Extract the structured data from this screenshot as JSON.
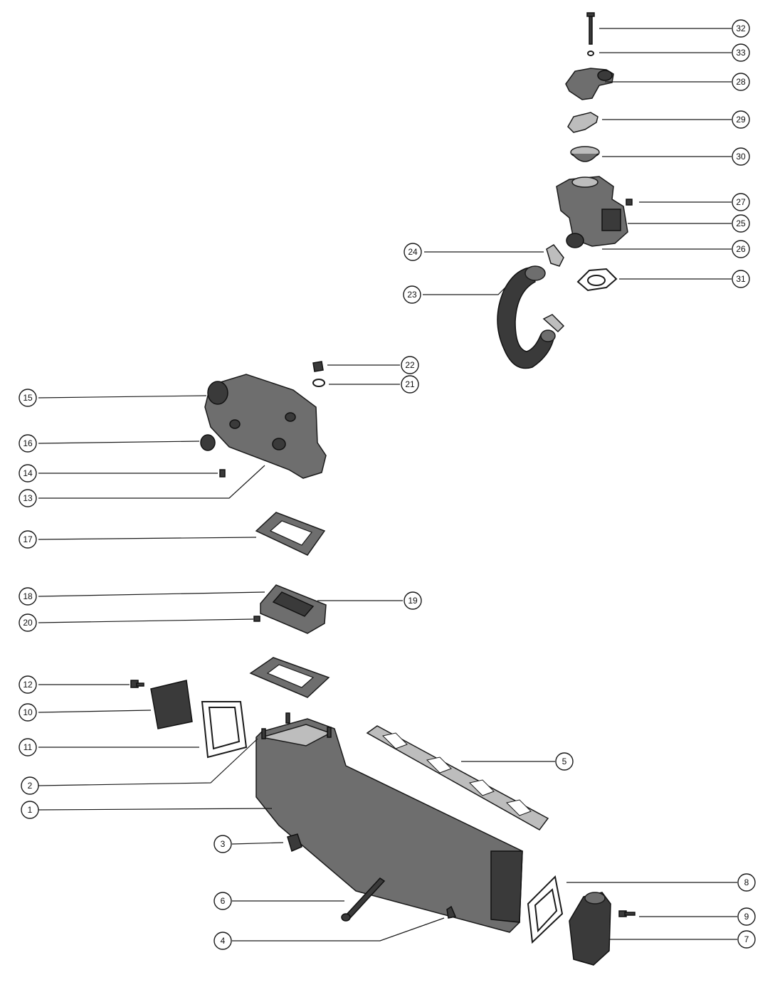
{
  "callouts": [
    {
      "id": "32",
      "label": "32"
    },
    {
      "id": "33",
      "label": "33"
    },
    {
      "id": "28",
      "label": "28"
    },
    {
      "id": "29",
      "label": "29"
    },
    {
      "id": "30",
      "label": "30"
    },
    {
      "id": "27",
      "label": "27"
    },
    {
      "id": "25",
      "label": "25"
    },
    {
      "id": "26",
      "label": "26"
    },
    {
      "id": "24",
      "label": "24"
    },
    {
      "id": "31",
      "label": "31"
    },
    {
      "id": "23",
      "label": "23"
    },
    {
      "id": "22",
      "label": "22"
    },
    {
      "id": "21",
      "label": "21"
    },
    {
      "id": "15",
      "label": "15"
    },
    {
      "id": "16",
      "label": "16"
    },
    {
      "id": "14",
      "label": "14"
    },
    {
      "id": "13",
      "label": "13"
    },
    {
      "id": "17",
      "label": "17"
    },
    {
      "id": "18",
      "label": "18"
    },
    {
      "id": "19",
      "label": "19"
    },
    {
      "id": "20",
      "label": "20"
    },
    {
      "id": "12",
      "label": "12"
    },
    {
      "id": "10",
      "label": "10"
    },
    {
      "id": "11",
      "label": "11"
    },
    {
      "id": "5",
      "label": "5"
    },
    {
      "id": "2",
      "label": "2"
    },
    {
      "id": "1",
      "label": "1"
    },
    {
      "id": "3",
      "label": "3"
    },
    {
      "id": "8",
      "label": "8"
    },
    {
      "id": "6",
      "label": "6"
    },
    {
      "id": "9",
      "label": "9"
    },
    {
      "id": "4",
      "label": "4"
    },
    {
      "id": "7",
      "label": "7"
    }
  ]
}
